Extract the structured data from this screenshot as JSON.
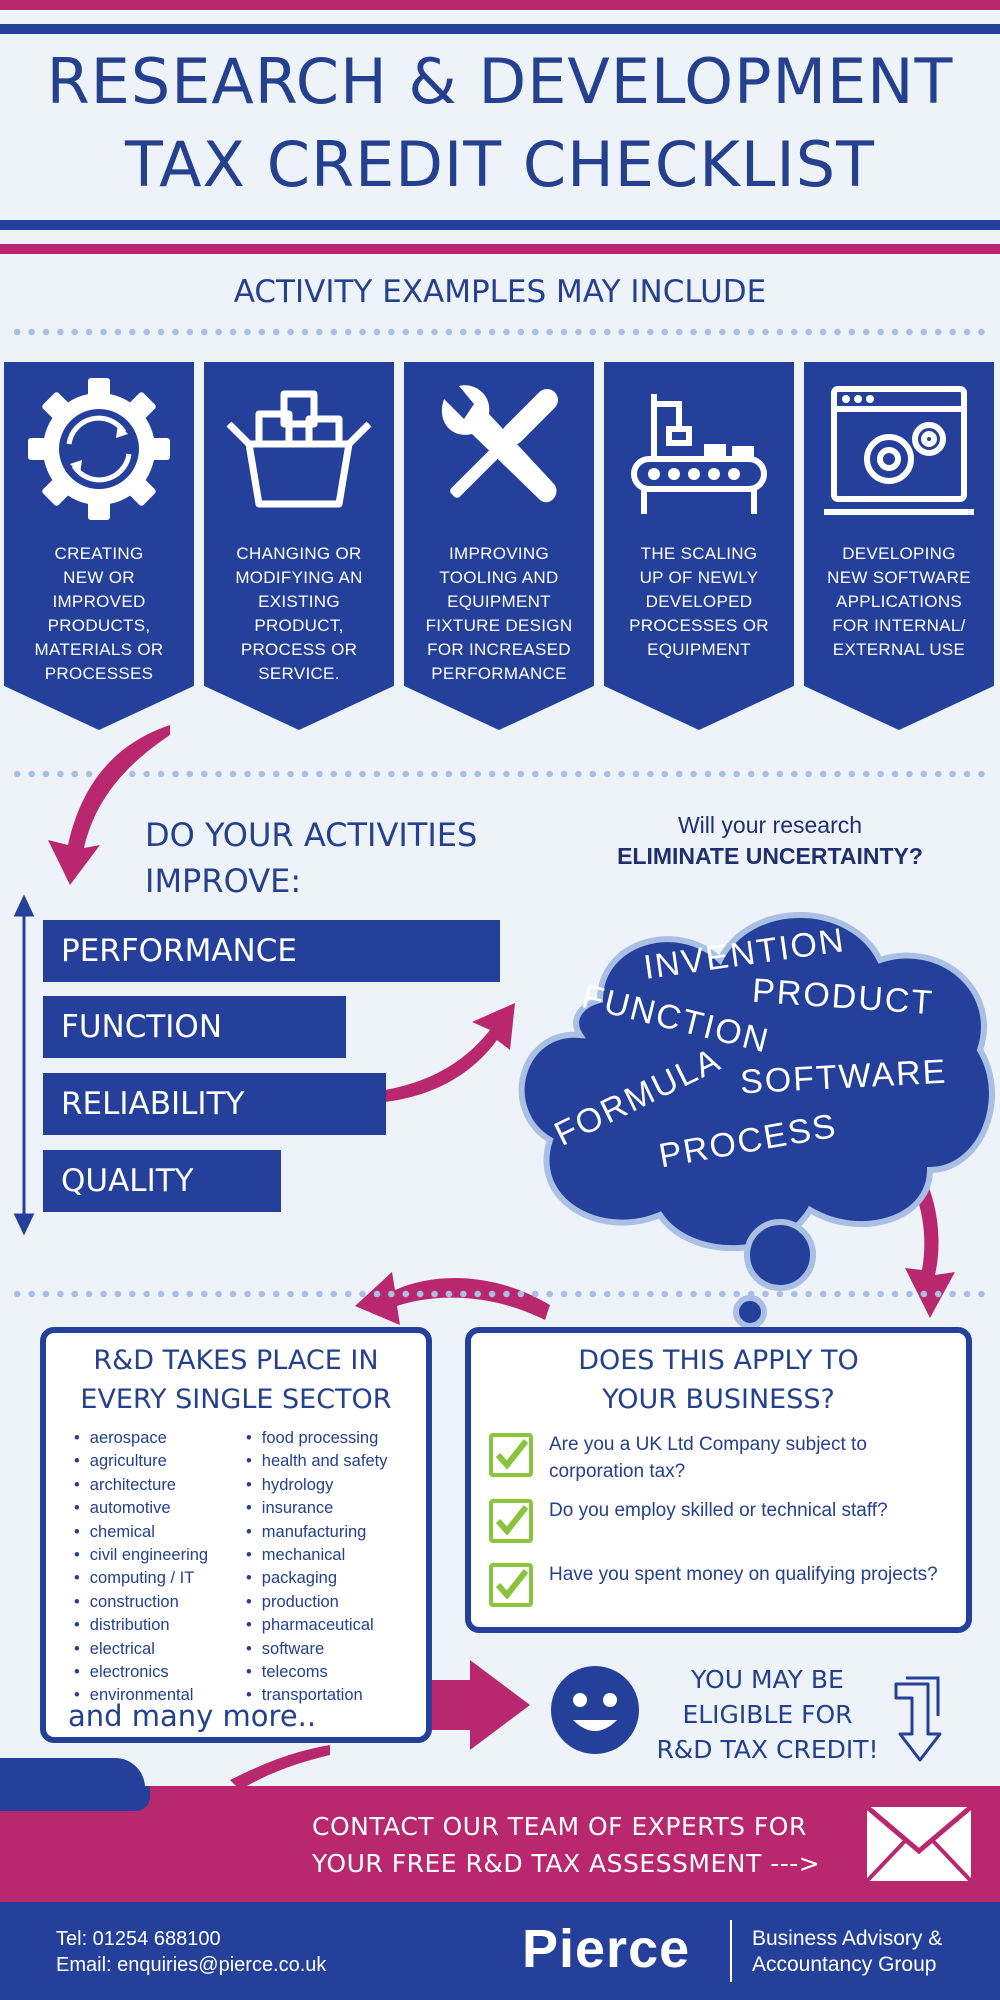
{
  "title": {
    "line1": "RESEARCH & DEVELOPMENT",
    "line2": "TAX CREDIT CHECKLIST"
  },
  "activities": {
    "heading": "ACTIVITY EXAMPLES MAY INCLUDE",
    "cards": [
      {
        "icon": "gear-cycle-icon",
        "lines": [
          "CREATING",
          "NEW OR",
          "IMPROVED",
          "PRODUCTS,",
          "MATERIALS OR",
          "PROCESSES"
        ]
      },
      {
        "icon": "open-box-icon",
        "lines": [
          "CHANGING OR",
          "MODIFYING AN",
          "EXISTING",
          "PRODUCT,",
          "PROCESS OR",
          "SERVICE."
        ]
      },
      {
        "icon": "wrench-screwdriver-icon",
        "lines": [
          "IMPROVING",
          "TOOLING AND",
          "EQUIPMENT",
          "FIXTURE DESIGN",
          "FOR INCREASED",
          "PERFORMANCE"
        ]
      },
      {
        "icon": "conveyor-robot-icon",
        "lines": [
          "THE SCALING",
          "UP OF NEWLY",
          "DEVELOPED",
          "PROCESSES OR",
          "EQUIPMENT"
        ]
      },
      {
        "icon": "software-gears-icon",
        "lines": [
          "DEVELOPING",
          "NEW SOFTWARE",
          "APPLICATIONS",
          "FOR INTERNAL/",
          "EXTERNAL USE"
        ]
      }
    ]
  },
  "improve": {
    "heading_line1": "DO YOUR ACTIVITIES",
    "heading_line2": "IMPROVE:",
    "items": [
      "PERFORMANCE",
      "FUNCTION",
      "RELIABILITY",
      "QUALITY"
    ]
  },
  "uncertainty": {
    "question": "Will your research",
    "emphasis": "ELIMINATE UNCERTAINTY?",
    "words": [
      "INVENTION",
      "PRODUCT",
      "FUNCTION",
      "FORMULA",
      "SOFTWARE",
      "PROCESS"
    ]
  },
  "sectors": {
    "heading_line1": "R&D TAKES PLACE IN",
    "heading_line2": "EVERY SINGLE SECTOR",
    "col1": [
      "aerospace",
      "agriculture",
      "architecture",
      "automotive",
      "chemical",
      "civil engineering",
      "computing / IT",
      "construction",
      "distribution",
      "electrical",
      "electronics",
      "environmental"
    ],
    "col2": [
      "food processing",
      "health and safety",
      "hydrology",
      "insurance",
      "manufacturing",
      "mechanical",
      "packaging",
      "production",
      "pharmaceutical",
      "software",
      "telecoms",
      "transportation"
    ],
    "more": "and many more.."
  },
  "apply": {
    "heading_line1": "DOES THIS APPLY TO",
    "heading_line2": "YOUR BUSINESS?",
    "questions": [
      "Are you a UK Ltd Company subject to corporation tax?",
      "Do you employ skilled or technical staff?",
      "Have you spent money on qualifying projects?"
    ]
  },
  "eligible": {
    "line1": "YOU MAY BE",
    "line2": "ELIGIBLE FOR",
    "line3": "R&D TAX CREDIT!"
  },
  "contact": {
    "line1": "CONTACT OUR TEAM OF EXPERTS FOR",
    "line2": "YOUR FREE R&D TAX ASSESSMENT --->"
  },
  "footer": {
    "tel": "Tel: 01254 688100",
    "email": "Email: enquiries@pierce.co.uk",
    "brand": "Pierce",
    "tagline1": "Business Advisory &",
    "tagline2": "Accountancy Group"
  },
  "colors": {
    "navy": "#24409a",
    "magenta": "#b9286f",
    "light_bg": "#eef3fa",
    "check_green": "#8ac43f"
  }
}
